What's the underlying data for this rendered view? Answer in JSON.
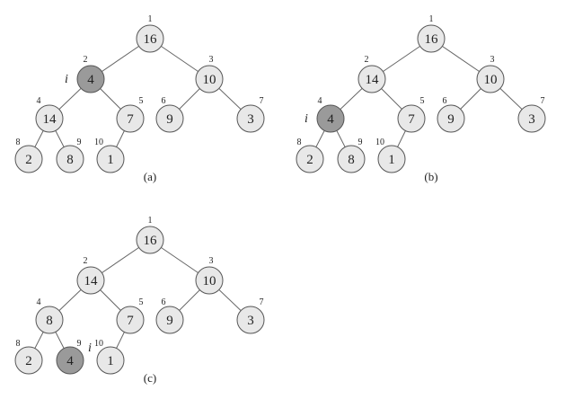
{
  "colors": {
    "normal_fill": "#e8e8e8",
    "highlight_fill": "#9a9a9a"
  },
  "pointer_label": "i",
  "panels": [
    {
      "caption": "(a)",
      "highlight_index": 2,
      "nodes": [
        {
          "index": "1",
          "value": "16"
        },
        {
          "index": "2",
          "value": "4"
        },
        {
          "index": "3",
          "value": "10"
        },
        {
          "index": "4",
          "value": "14"
        },
        {
          "index": "5",
          "value": "7"
        },
        {
          "index": "6",
          "value": "9"
        },
        {
          "index": "7",
          "value": "3"
        },
        {
          "index": "8",
          "value": "2"
        },
        {
          "index": "9",
          "value": "8"
        },
        {
          "index": "10",
          "value": "1"
        }
      ]
    },
    {
      "caption": "(b)",
      "highlight_index": 4,
      "nodes": [
        {
          "index": "1",
          "value": "16"
        },
        {
          "index": "2",
          "value": "14"
        },
        {
          "index": "3",
          "value": "10"
        },
        {
          "index": "4",
          "value": "4"
        },
        {
          "index": "5",
          "value": "7"
        },
        {
          "index": "6",
          "value": "9"
        },
        {
          "index": "7",
          "value": "3"
        },
        {
          "index": "8",
          "value": "2"
        },
        {
          "index": "9",
          "value": "8"
        },
        {
          "index": "10",
          "value": "1"
        }
      ]
    },
    {
      "caption": "(c)",
      "highlight_index": 9,
      "nodes": [
        {
          "index": "1",
          "value": "16"
        },
        {
          "index": "2",
          "value": "14"
        },
        {
          "index": "3",
          "value": "10"
        },
        {
          "index": "4",
          "value": "8"
        },
        {
          "index": "5",
          "value": "7"
        },
        {
          "index": "6",
          "value": "9"
        },
        {
          "index": "7",
          "value": "3"
        },
        {
          "index": "8",
          "value": "2"
        },
        {
          "index": "9",
          "value": "4"
        },
        {
          "index": "10",
          "value": "1"
        }
      ]
    }
  ]
}
